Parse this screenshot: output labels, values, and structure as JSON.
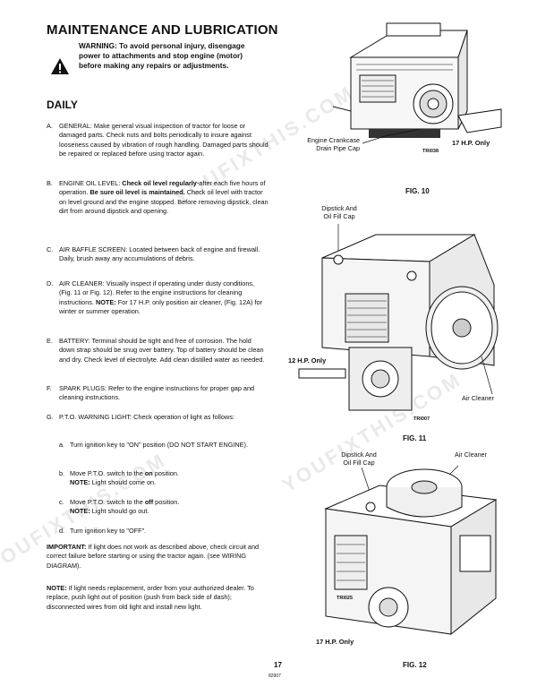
{
  "title": "MAINTENANCE AND LUBRICATION",
  "warning": "WARNING: To avoid personal injury, disengage power to attachments and stop engine (motor) before making any repairs or adjustments.",
  "section": "DAILY",
  "items": {
    "a": {
      "letter": "A.",
      "text": "GENERAL: Make general visual inspection of tractor for loose or damaged parts. Check nuts and bolts periodically to insure against looseness caused by vibration of rough handling. Damaged parts should be repaired or replaced before using tractor again."
    },
    "b": {
      "letter": "B.",
      "pre": "ENGINE OIL LEVEL: ",
      "bold1": "Check oil level regularly",
      "mid": "-after each five hours of operation. ",
      "bold2": "Be sure oil level is maintained.",
      "post": " Check oil level with tractor on level ground and the engine stopped. Before removing dipstick, clean dirt from around dipstick and opening."
    },
    "c": {
      "letter": "C.",
      "text": "AIR BAFFLE SCREEN: Located between back of engine and firewall. Daily, brush away any accumulations of debris."
    },
    "d": {
      "letter": "D.",
      "pre": "AIR CLEANER: Visually inspect if operating under dusty conditions, (Fig. 11 or Fig. 12). Refer to the engine instructions for cleaning instructions. ",
      "bold": "NOTE:",
      "post": " For 17 H.P. only position air cleaner, (Fig. 12A) for winter or summer operation."
    },
    "e": {
      "letter": "E.",
      "text": "BATTERY: Terminal should be tight and free of corrosion. The hold down strap should be snug over battery. Top of battery should be clean and dry. Check level of electrolyte. Add clean distilled water as needed."
    },
    "f": {
      "letter": "F.",
      "text": "SPARK PLUGS: Refer to the engine instructions for proper gap and cleaning instructions."
    },
    "g": {
      "letter": "G.",
      "text": "P.T.O. WARNING LIGHT: Check operation of light as follows:"
    }
  },
  "subitems": {
    "a": {
      "letter": "a.",
      "text": "Turn ignition key to \"ON\" position (DO NOT START ENGINE)."
    },
    "b": {
      "letter": "b.",
      "pre": "Move P.T.O. switch to the ",
      "bold": "on",
      "post": " position.",
      "note_label": "NOTE:",
      "note": " Light should come on."
    },
    "c": {
      "letter": "c.",
      "pre": "Move P.T.O. switch to the ",
      "bold": "off",
      "post": " position.",
      "note_label": "NOTE:",
      "note": " Light should go out."
    },
    "d": {
      "letter": "d.",
      "text": "Turn ignition key to \"OFF\"."
    }
  },
  "important": {
    "label": "IMPORTANT:",
    "text": " If light does not work as described above, check circuit and correct failure before starting or using the tractor again. (see WIRING DIAGRAM)."
  },
  "note": {
    "label": "NOTE:",
    "text": " If light needs replacement, order from your authorized dealer. To replace, push light out of position (push from back side of dash); disconnected wires from old light and install new light."
  },
  "fig10": {
    "label_line1": "Engine Crankcase",
    "label_line2": "Drain Pipe Cap",
    "hp": "17 H.P. Only",
    "code": "TRI038",
    "caption": "FIG. 10"
  },
  "fig11": {
    "label_line1": "Dipstick And",
    "label_line2": "Oil Fill Cap",
    "hp": "12 H.P. Only",
    "air": "Air Cleaner",
    "code": "TRI007",
    "caption": "FIG. 11"
  },
  "fig12": {
    "label_line1": "Dipstick And",
    "label_line2": "Oil Fill Cap",
    "air": "Air Cleaner",
    "hp": "17 H.P. Only",
    "code": "TRI025",
    "caption": "FIG. 12"
  },
  "page_number": "17",
  "doc_code": "82907",
  "watermark": "YOUFIXTHIS.COM"
}
